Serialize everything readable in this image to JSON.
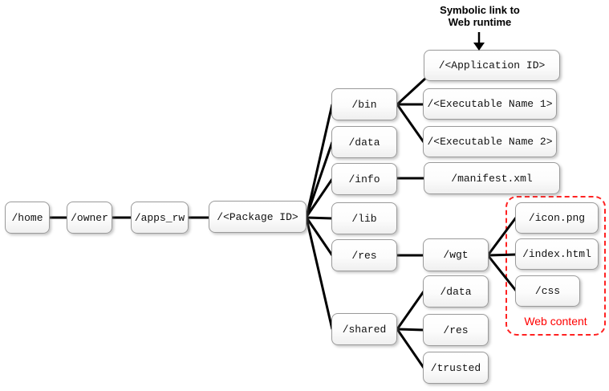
{
  "diagram": {
    "title_annotation": {
      "line1": "Symbolic link to",
      "line2": "Web runtime"
    },
    "web_content_label": "Web content",
    "colors": {
      "line": "#000000",
      "highlight_red": "#ff0000",
      "box_border": "#9a9a9a",
      "text": "#101010"
    },
    "nodes": {
      "home": "/home",
      "owner": "/owner",
      "apps_rw": "/apps_rw",
      "package_id": "/<Package ID>",
      "bin": "/bin",
      "data": "/data",
      "info": "/info",
      "lib": "/lib",
      "res": "/res",
      "shared": "/shared",
      "application_id": "/<Application ID>",
      "executable_name_1": "/<Executable Name 1>",
      "executable_name_2": "/<Executable Name 2>",
      "manifest_xml": "/manifest.xml",
      "wgt": "/wgt",
      "icon_png": "/icon.png",
      "index_html": "/index.html",
      "css": "/css",
      "shared_data": "/data",
      "shared_res": "/res",
      "trusted": "/trusted"
    },
    "hierarchy": {
      "home": [
        "owner"
      ],
      "owner": [
        "apps_rw"
      ],
      "apps_rw": [
        "package_id"
      ],
      "package_id": [
        "bin",
        "data",
        "info",
        "lib",
        "res",
        "shared"
      ],
      "bin": [
        "application_id",
        "executable_name_1",
        "executable_name_2"
      ],
      "info": [
        "manifest_xml"
      ],
      "res": [
        "wgt"
      ],
      "wgt": [
        "icon_png",
        "index_html",
        "css"
      ],
      "shared": [
        "shared_data",
        "shared_res",
        "trusted"
      ]
    },
    "web_content_group_members": [
      "icon_png",
      "index_html",
      "css"
    ],
    "symbolic_link_target": "application_id"
  }
}
